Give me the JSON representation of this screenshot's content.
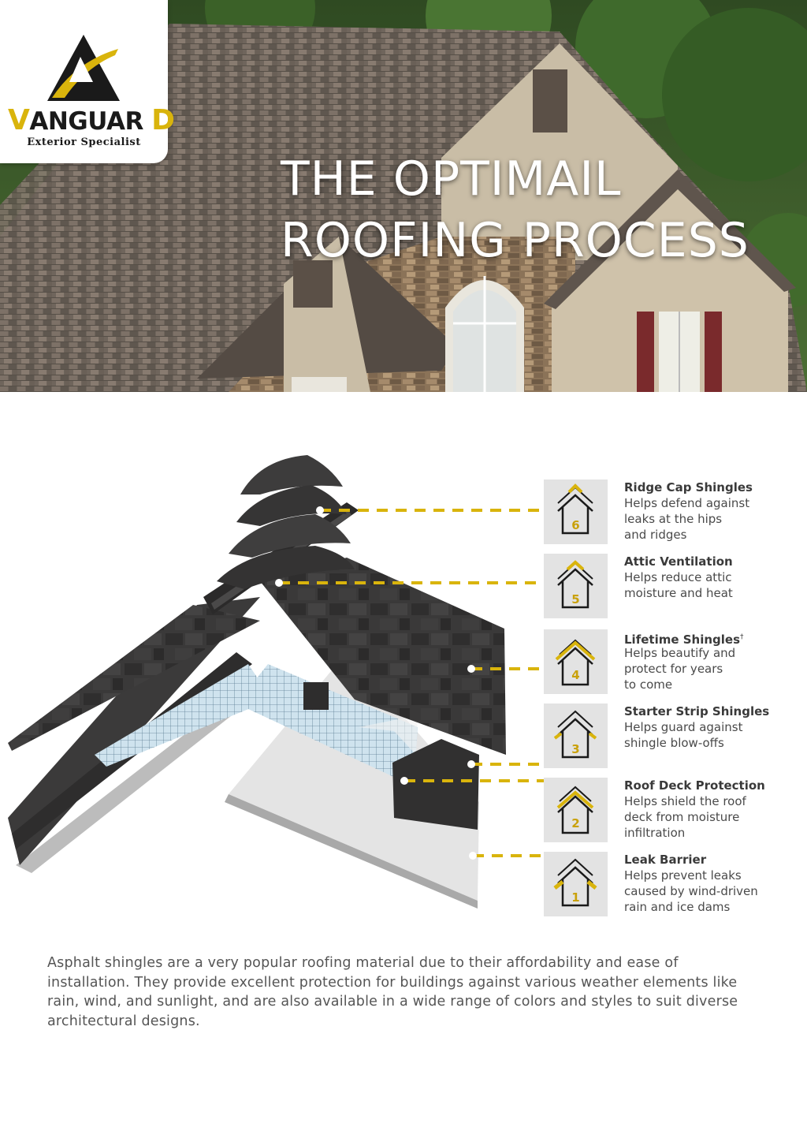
{
  "brand": {
    "name_first": "V",
    "name_middle": "ANGUAR",
    "name_last": "D",
    "tagline": "Exterior Specialist",
    "colors": {
      "accent": "#d9b40c",
      "dark": "#1a1a1a"
    }
  },
  "hero": {
    "title_line1": "THE OPTIMAIL",
    "title_line2": "ROOFING PROCESS"
  },
  "layers": [
    {
      "number": "6",
      "name": "Ridge Cap Shingles",
      "description": "Helps defend against\nleaks at the hips\nand ridges",
      "icon": "house-ridge-icon"
    },
    {
      "number": "5",
      "name": "Attic Ventilation",
      "description": "Helps reduce attic\nmoisture and heat",
      "icon": "house-vent-icon"
    },
    {
      "number": "4",
      "name": "Lifetime Shingles",
      "superscript": "†",
      "description": "Helps beautify and\nprotect for years\nto come",
      "icon": "house-shingle-icon"
    },
    {
      "number": "3",
      "name": "Starter Strip Shingles",
      "description": "Helps guard against\nshingle blow-offs",
      "icon": "house-starter-icon"
    },
    {
      "number": "2",
      "name": "Roof Deck Protection",
      "description": "Helps shield the roof\ndeck from moisture\ninfiltration",
      "icon": "house-deck-icon"
    },
    {
      "number": "1",
      "name": "Leak Barrier",
      "description": "Helps prevent leaks\ncaused by wind-driven\nrain and ice dams",
      "icon": "house-barrier-icon"
    }
  ],
  "intro": "Asphalt shingles are a very popular roofing material due to their affordability and ease of installation. They provide excellent protection for buildings against various weather elements like rain, wind, and sunlight, and are also available in a wide range of colors and styles to suit diverse architectural designs."
}
